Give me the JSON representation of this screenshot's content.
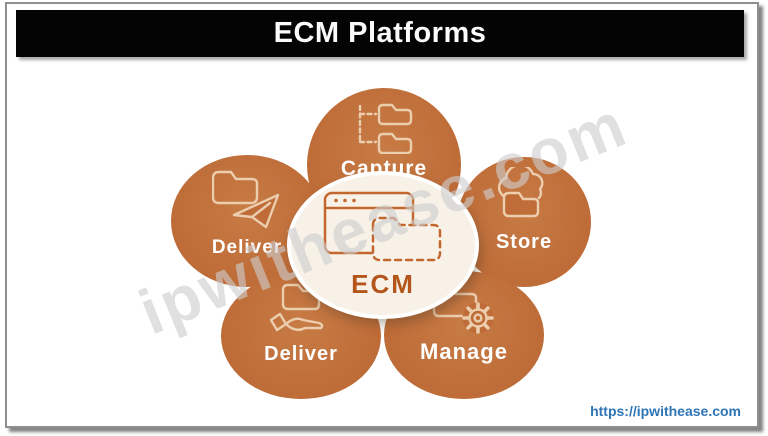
{
  "window": {
    "title": "ECM Platforms"
  },
  "diagram": {
    "center": {
      "label": "ECM",
      "icon": "browser-dashed-folder-icon"
    },
    "petals": [
      {
        "label": "Capture",
        "icon": "folder-tree-icon",
        "position": "top"
      },
      {
        "label": "Deliver",
        "icon": "folder-paper-plane-icon",
        "position": "left"
      },
      {
        "label": "Store",
        "icon": "cloud-folder-icon",
        "position": "right"
      },
      {
        "label": "Deliver",
        "icon": "folder-hand-icon",
        "position": "bottom-left"
      },
      {
        "label": "Manage",
        "icon": "folder-gear-icon",
        "position": "bottom-right"
      }
    ],
    "colors": {
      "petal": "#BF6C39",
      "center_background": "#F8F1E8",
      "petal_icon_stroke": "#F0D5B8",
      "center_icon_stroke": "#C2672E",
      "center_label": "#B4551B",
      "title_bar": "#040404",
      "title_text": "#FBFBFB"
    }
  },
  "watermark": {
    "text": "ipwithease.com"
  },
  "footer": {
    "link": "https://ipwithease.com",
    "color": "#2E75B6"
  }
}
